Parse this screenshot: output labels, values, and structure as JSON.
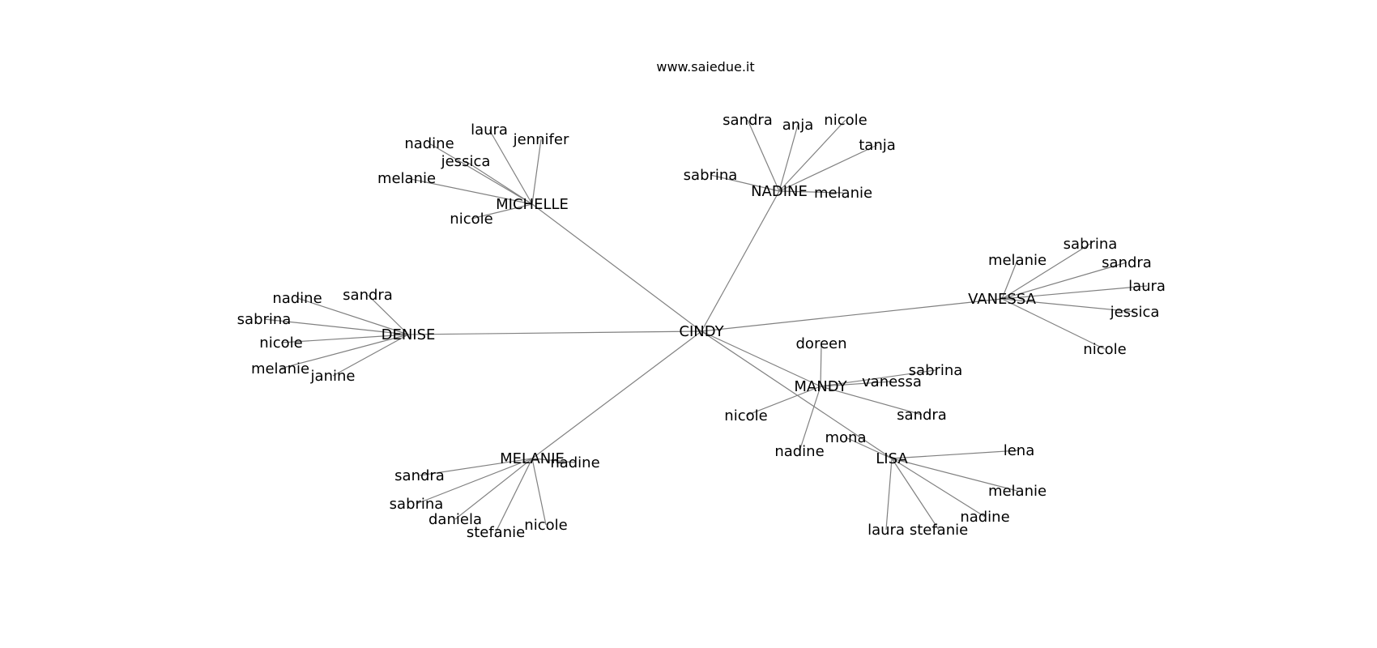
{
  "site_title": "www.saiedue.it",
  "colors": {
    "edge": "#808080",
    "text": "#000000",
    "background": "#ffffff"
  },
  "graph": {
    "center": "CINDY",
    "hubs": [
      {
        "name": "MICHELLE",
        "friends": [
          "laura",
          "jennifer",
          "nadine",
          "jessica",
          "melanie",
          "nicole"
        ]
      },
      {
        "name": "NADINE",
        "friends": [
          "sandra",
          "anja",
          "nicole",
          "tanja",
          "sabrina",
          "melanie"
        ]
      },
      {
        "name": "VANESSA",
        "friends": [
          "sabrina",
          "melanie",
          "sandra",
          "laura",
          "jessica",
          "nicole"
        ]
      },
      {
        "name": "DENISE",
        "friends": [
          "sandra",
          "nadine",
          "sabrina",
          "nicole",
          "melanie",
          "janine"
        ]
      },
      {
        "name": "MANDY",
        "friends": [
          "doreen",
          "sabrina",
          "vanessa",
          "sandra",
          "nicole",
          "nadine"
        ]
      },
      {
        "name": "LISA",
        "friends": [
          "mona",
          "lena",
          "melanie",
          "nadine",
          "stefanie",
          "laura"
        ]
      },
      {
        "name": "MELANIE",
        "friends": [
          "nadine",
          "sandra",
          "sabrina",
          "daniela",
          "stefanie",
          "nicole"
        ]
      }
    ]
  }
}
